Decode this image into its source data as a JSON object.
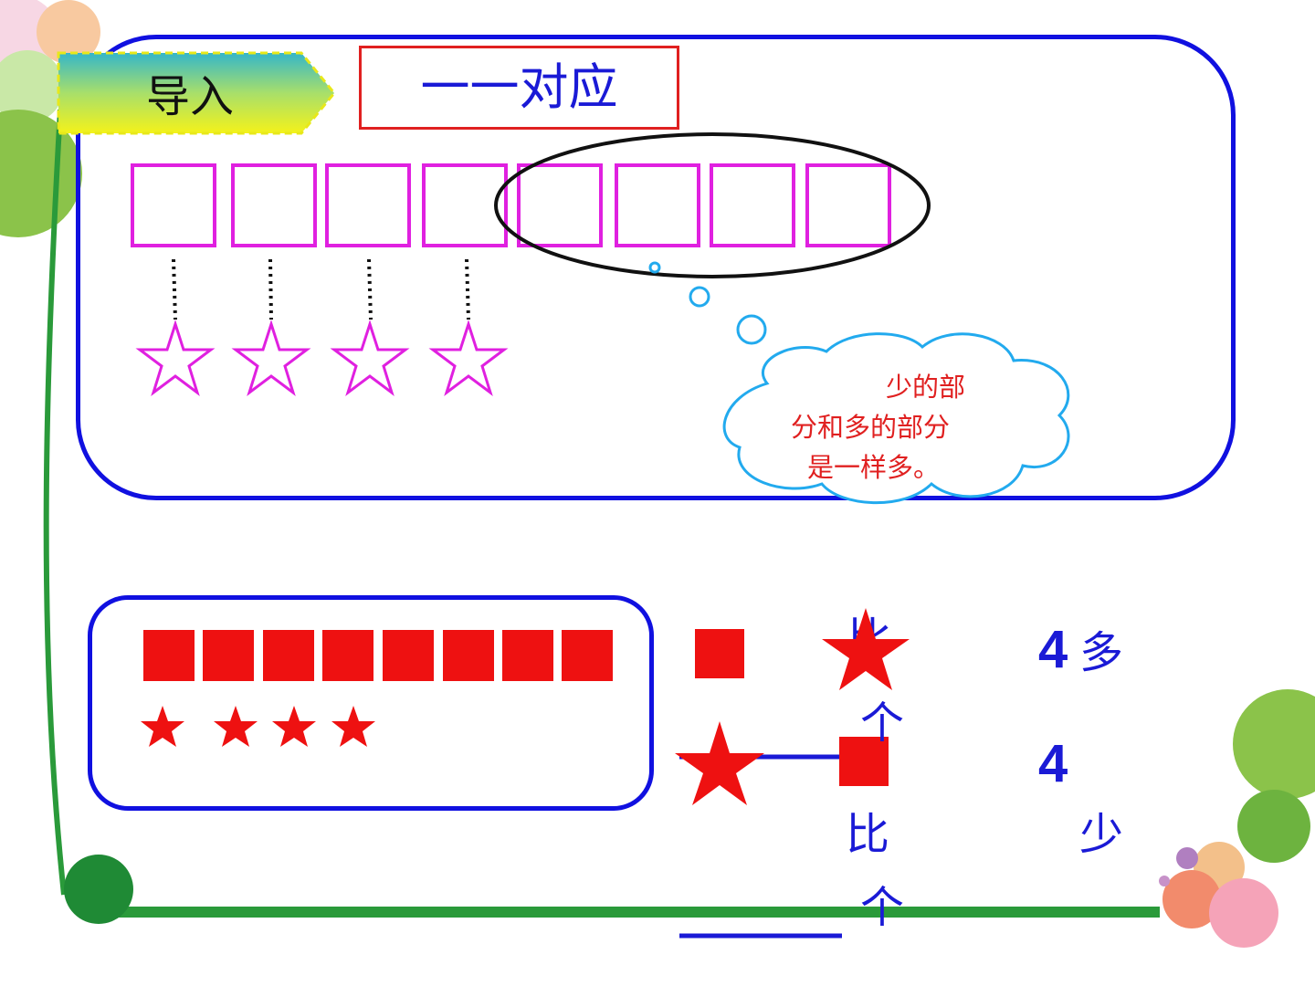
{
  "slide": {
    "section_label": "导入",
    "title": "一一对应"
  },
  "callout": {
    "line1": "少的部",
    "line2": "分和多的部分",
    "line3": "是一样多。"
  },
  "comparison": {
    "row1": {
      "word_bi": "比",
      "number": "4",
      "word_more": "多",
      "word_ge": "个"
    },
    "row2": {
      "word_bi": "比",
      "number": "4",
      "word_less": "少",
      "word_ge": "个"
    }
  },
  "shapes": {
    "outline_squares": 8,
    "outline_stars": 4,
    "filled_squares": 8,
    "filled_stars": 4
  },
  "colors": {
    "panel_border": "#1010e0",
    "magenta": "#e020e0",
    "red": "#ee1111",
    "blue_text": "#1a1ad6",
    "cloud_border": "#22aaee",
    "green": "#2a9a3a"
  }
}
